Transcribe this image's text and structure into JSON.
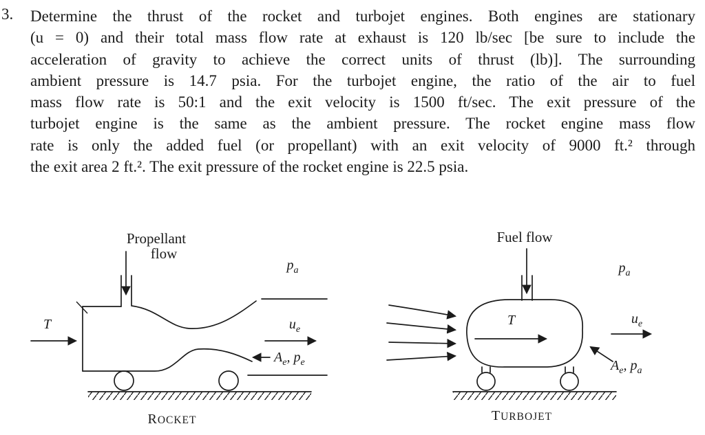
{
  "problem": {
    "number": "3.",
    "lines": [
      "Determine the thrust of the rocket and turbojet engines. Both engines are stationary",
      "(u = 0) and their total mass flow rate at exhaust is 120 lb/sec [be sure to include the",
      "acceleration of gravity to achieve the correct units of thrust (lb)]. The surrounding",
      "ambient pressure is 14.7 psia. For the turbojet engine, the ratio of the air to fuel",
      "mass flow rate is 50:1 and the exit velocity is 1500 ft/sec. The exit pressure of the",
      "turbojet engine is the same as the ambient pressure. The rocket engine mass flow",
      "rate is only the added fuel (or propellant) with an exit velocity of 9000 ft.² through",
      "the exit area 2 ft.². The exit pressure of the rocket engine is 22.5 psia."
    ]
  },
  "rocket": {
    "propellant_line1": "Propellant",
    "propellant_line2": "flow",
    "ambient_pressure": {
      "base": "p",
      "sub": "a"
    },
    "thrust": "T",
    "exit_velocity": {
      "base": "u",
      "sub": "e"
    },
    "exit_area_pressure": {
      "base1": "A",
      "sub1": "e",
      "base2": ", p",
      "sub2": "e"
    },
    "caption_initial": "R",
    "caption_rest": "OCKET"
  },
  "turbojet": {
    "fuel_flow": "Fuel flow",
    "ambient_pressure": {
      "base": "p",
      "sub": "a"
    },
    "thrust": "T",
    "exit_velocity": {
      "base": "u",
      "sub": "e"
    },
    "exit_area_pressure": {
      "base1": "A",
      "sub1": "e",
      "base2": ", p",
      "sub2": "a"
    },
    "caption_initial": "T",
    "caption_rest": "URBOJET"
  }
}
